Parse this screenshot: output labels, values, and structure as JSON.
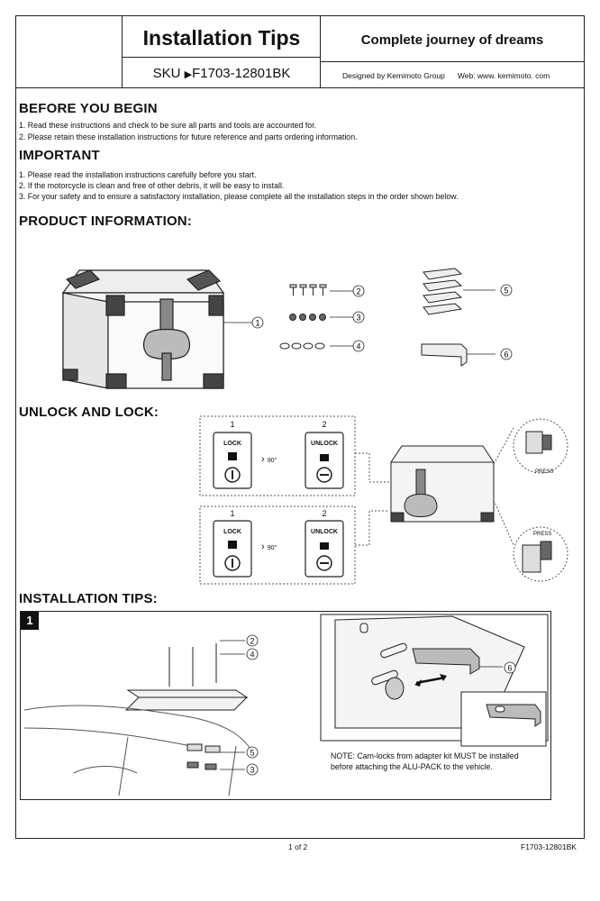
{
  "header": {
    "title": "Installation Tips",
    "sku_label": "SKU",
    "sku": "F1703-12801BK",
    "slogan": "Complete journey of dreams",
    "designed_by": "Designed by Kemimoto Group",
    "web": "Web: www. kemimoto. com"
  },
  "before": {
    "heading": "BEFORE YOU BEGIN",
    "items": [
      "1. Read these instructions and check to be sure all parts and tools are accounted for.",
      "2. Please retain these installation instructions for future reference and parts ordering information."
    ]
  },
  "important": {
    "heading": "IMPORTANT",
    "items": [
      "1. Please read the installation instructions carefully before you start.",
      "2. If the motorcycle is clean and free of other debris, it will be easy to install.",
      "3. For your safety and to ensure a satisfactory installation, please complete all the installation steps in the order shown below."
    ]
  },
  "product": {
    "heading": "PRODUCT INFORMATION:",
    "callouts": [
      "1",
      "2",
      "3",
      "4",
      "5",
      "6"
    ]
  },
  "unlock": {
    "heading": "UNLOCK AND LOCK:",
    "step1": "1",
    "step2": "2",
    "lock": "LOCK",
    "unlock_label": "UNLOCK",
    "angle": "90°",
    "press": "PRESS"
  },
  "install": {
    "heading": "INSTALLATION TIPS:",
    "step": "1",
    "callouts": [
      "2",
      "4",
      "5",
      "3",
      "6"
    ],
    "note_line1": "NOTE: Cam-locks from adapter kit MUST be installed",
    "note_line2": "before attaching the ALU-PACK to the vehicle."
  },
  "footer": {
    "page": "1 of 2",
    "sku": "F1703-12801BK"
  }
}
